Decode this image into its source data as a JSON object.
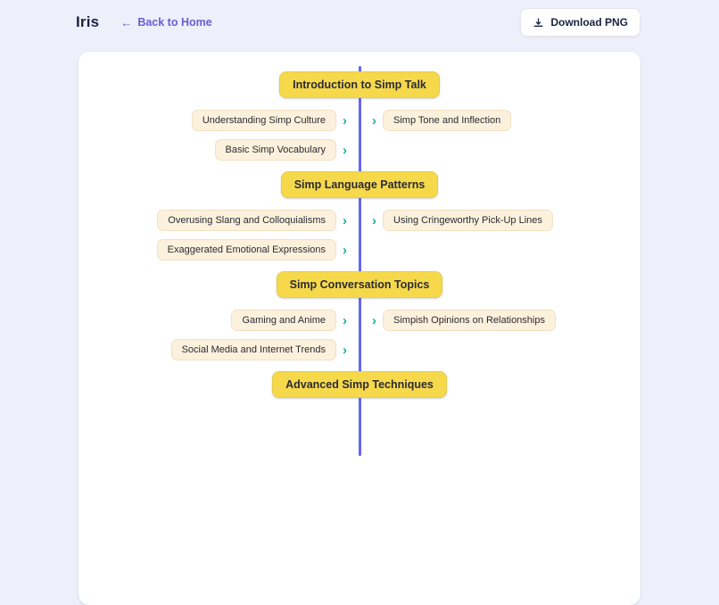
{
  "header": {
    "title": "Iris",
    "back_label": "Back to Home",
    "download_label": "Download PNG"
  },
  "icons": {
    "back_arrow": "←",
    "chevron": "›",
    "download": "download-tray-arrow"
  },
  "colors": {
    "bg": "#edeffb",
    "card": "#ffffff",
    "line": "#6366f1",
    "node-bg": "#f6d94b",
    "pill-bg": "#fcf1dc",
    "pill-border": "#f0e1c2",
    "chevron": "#1cb098",
    "link": "#6d5dd3",
    "title": "#1b2340",
    "btn-border": "#e4e6ef",
    "text": "#2b2b33"
  },
  "mindmap": {
    "sections": [
      {
        "title": "Introduction to Simp Talk",
        "rows": [
          {
            "left": "Understanding Simp Culture",
            "right": "Simp Tone and Inflection"
          },
          {
            "left": "Basic Simp Vocabulary",
            "right": null
          }
        ]
      },
      {
        "title": "Simp Language Patterns",
        "rows": [
          {
            "left": "Overusing Slang and Colloquialisms",
            "right": "Using Cringeworthy Pick-Up Lines"
          },
          {
            "left": "Exaggerated Emotional Expressions",
            "right": null
          }
        ]
      },
      {
        "title": "Simp Conversation Topics",
        "rows": [
          {
            "left": "Gaming and Anime",
            "right": "Simpish Opinions on Relationships"
          },
          {
            "left": "Social Media and Internet Trends",
            "right": null
          }
        ]
      },
      {
        "title": "Advanced Simp Techniques",
        "rows": []
      }
    ]
  }
}
